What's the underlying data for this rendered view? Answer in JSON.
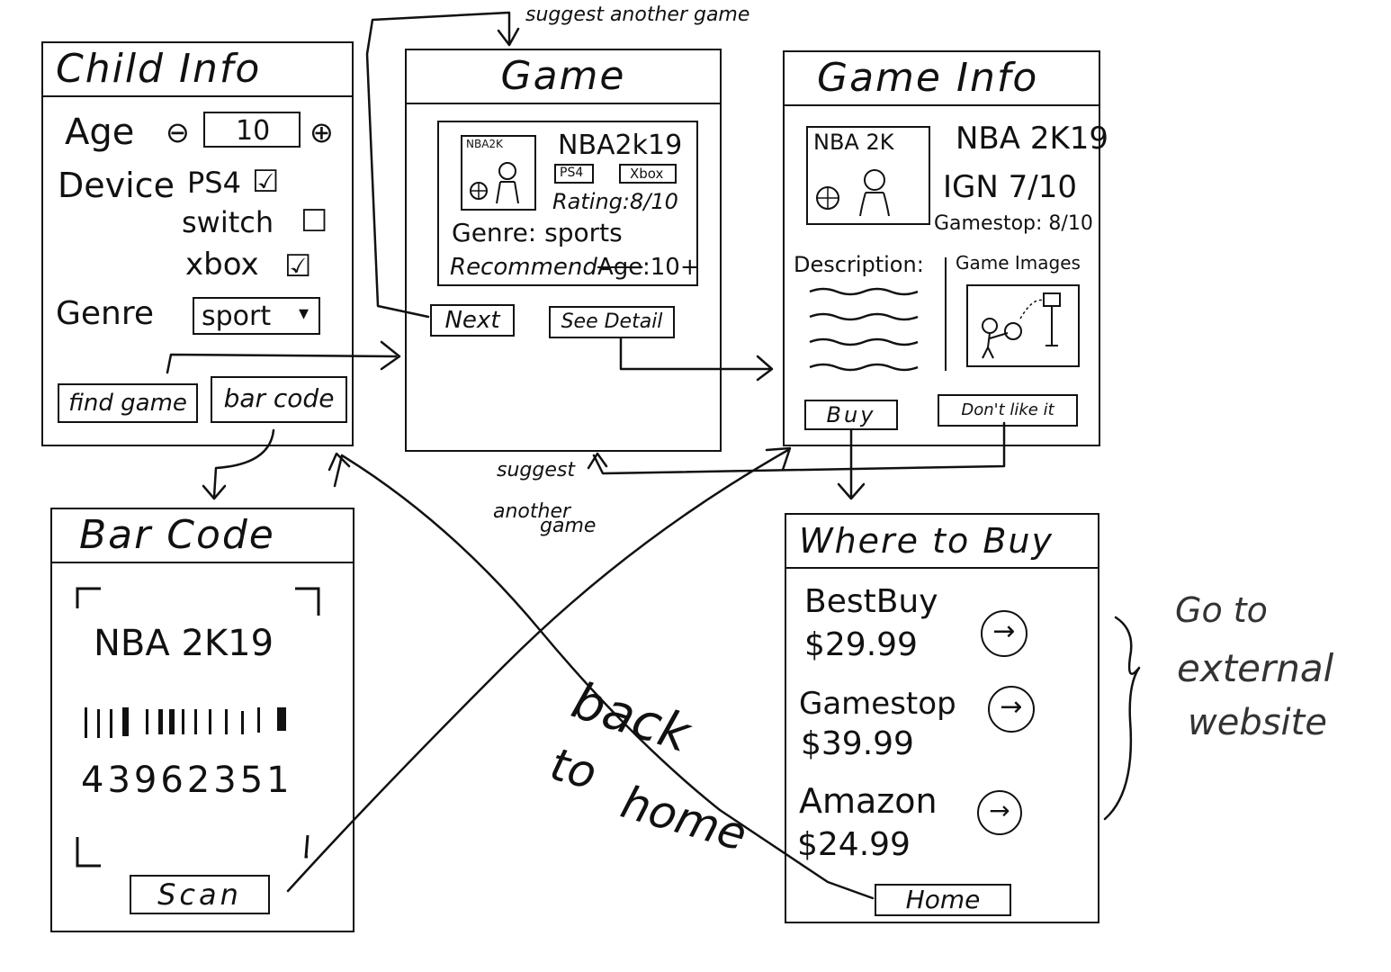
{
  "child_info": {
    "title": "Child Info",
    "age_label": "Age",
    "minus": "⊖",
    "age_value": "10",
    "plus": "⊕",
    "device_label": "Device",
    "devices": [
      {
        "label": "PS4",
        "mark": "☑"
      },
      {
        "label": "switch",
        "mark": "☐"
      },
      {
        "label": "xbox",
        "mark": "☑"
      }
    ],
    "genre_label": "Genre",
    "genre_value": "sport",
    "genre_arrow": "▾",
    "find_game": "find game",
    "bar_code": "bar code"
  },
  "game": {
    "title": "Game",
    "thumb_label": "NBA2K",
    "name": "NBA2k19",
    "platform_1": "PS4",
    "platform_2": "Xbox",
    "rating": "Rating:8/10",
    "genre": "Genre: sports",
    "recommend": "Recommend",
    "age_word": "Age",
    "age_value": ":10+",
    "next": "Next",
    "see_detail": "See Detail"
  },
  "game_info": {
    "title": "Game Info",
    "thumb_label": "NBA 2K",
    "name": "NBA 2K19",
    "ign": "IGN 7/10",
    "gamestop": "Gamestop: 8/10",
    "description": "Description:",
    "game_images": "Game Images",
    "buy": "Buy",
    "dont_like": "Don't like it"
  },
  "bar_code_screen": {
    "title": "Bar Code",
    "game": "NBA 2K19",
    "barcode_number": "43962351",
    "scan": "Scan"
  },
  "where_to_buy": {
    "title": "Where to Buy",
    "stores": [
      {
        "name": "BestBuy",
        "price": "$29.99"
      },
      {
        "name": "Gamestop",
        "price": "$39.99"
      },
      {
        "name": "Amazon",
        "price": "$24.99"
      }
    ],
    "go_icon": "→",
    "home": "Home"
  },
  "annotations": {
    "suggest_top": "suggest another game",
    "suggest_mid_1": "suggest",
    "suggest_mid_2": "another",
    "suggest_mid_3": "game",
    "back_1": "back",
    "back_2": "to",
    "back_3": "home",
    "external_1": "Go to",
    "external_2": "external",
    "external_3": "website"
  }
}
